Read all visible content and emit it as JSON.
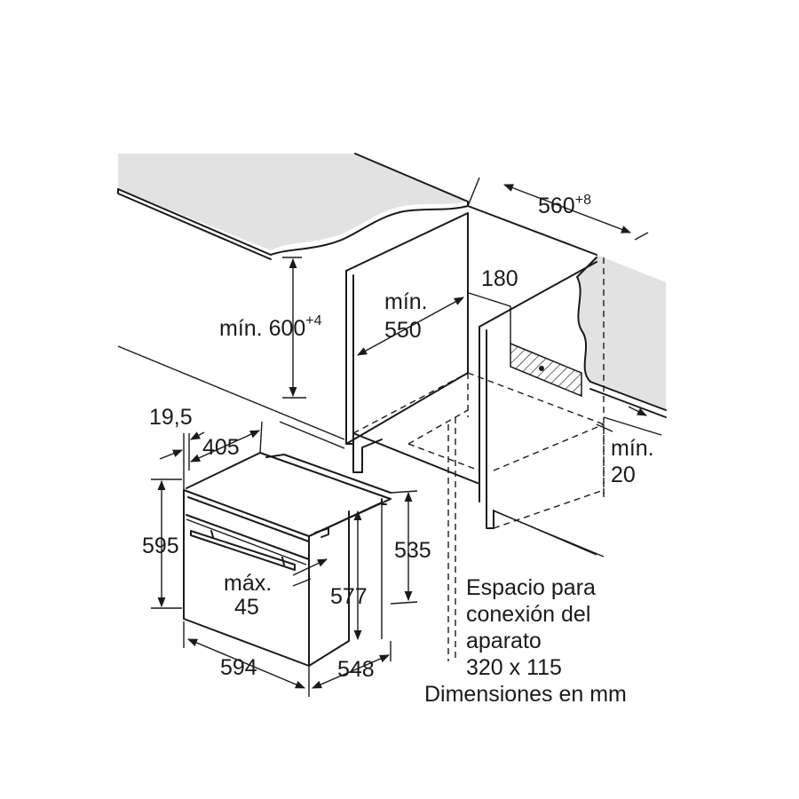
{
  "dimensions": {
    "cabinet_width": "560",
    "cabinet_width_tol": "+8",
    "niche_height_label": "mín. 600",
    "niche_height_tol": "+4",
    "niche_depth_min_line1": "mín.",
    "niche_depth_min_line2": "550",
    "connection_offset": "180",
    "side_gap_line1": "mín.",
    "side_gap_line2": "20",
    "panel_thickness": "19,5",
    "control_depth": "405",
    "front_height": "595",
    "body_height": "535",
    "inner_height": "577",
    "handle_line1": "máx.",
    "handle_line2": "45",
    "front_width": "594",
    "body_depth": "548"
  },
  "notes": {
    "connection_line1": "Espacio para",
    "connection_line2": "conexión del",
    "connection_line3": "aparato",
    "connection_size": "320 x 115",
    "units": "Dimensiones en mm"
  }
}
